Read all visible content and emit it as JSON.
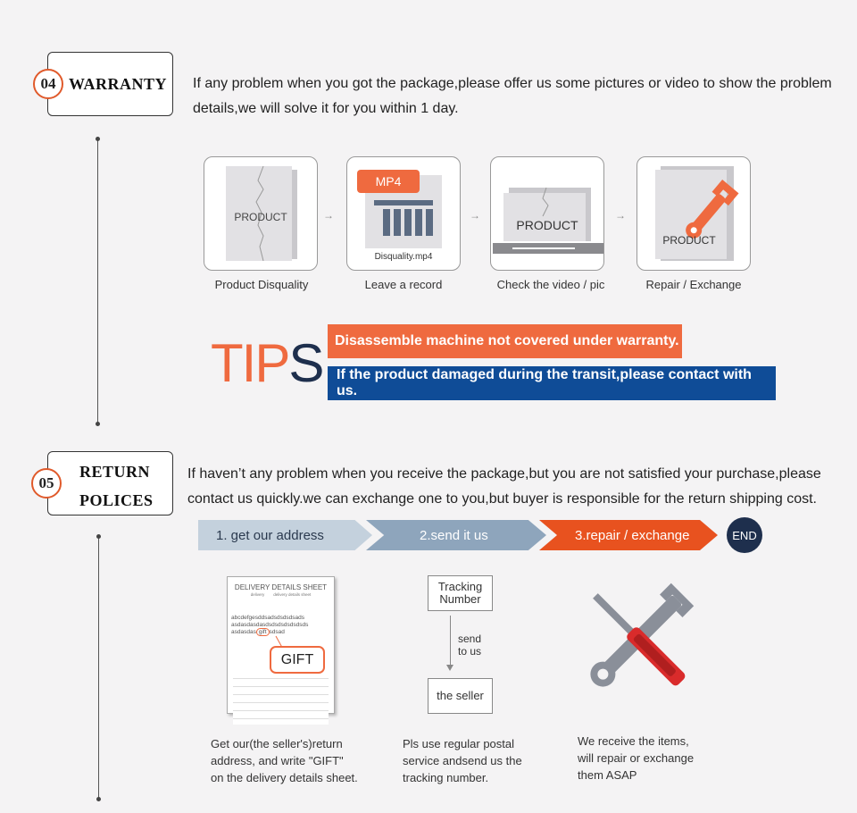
{
  "warranty": {
    "number": "04",
    "title": "WARRANTY",
    "text": "If any problem when you got the package,please offer us some pictures or video to show the problem details,we will solve it for you within 1 day.",
    "steps": [
      {
        "caption": "Product Disquality",
        "card_label": "PRODUCT",
        "icon": "cracked-box-icon"
      },
      {
        "caption": "Leave a record",
        "card_label": "Disquality.mp4",
        "badge": "MP4",
        "icon": "video-file-icon"
      },
      {
        "caption": "Check the video / pic",
        "card_label": "PRODUCT",
        "icon": "video-player-icon"
      },
      {
        "caption": "Repair / Exchange",
        "card_label": "PRODUCT",
        "icon": "wrench-icon"
      }
    ]
  },
  "tips": {
    "heading_part1": "TIP",
    "heading_part2": "S",
    "line1": "Disassemble machine not covered under warranty.",
    "line2": "If the product damaged during the transit,please contact with us.",
    "colors": {
      "orange": "#ef6a3f",
      "blue": "#0f4c97",
      "navy": "#1e2f4d"
    }
  },
  "returns": {
    "number": "05",
    "title_line1": "RETURN",
    "title_line2": "POLICES",
    "text": "If haven’t any problem when you receive the package,but you are not satisfied your purchase,please contact us quickly.we can exchange one to you,but buyer is responsible for the return shipping cost.",
    "flow": [
      "1. get our address",
      "2.send it us",
      "3.repair / exchange"
    ],
    "end_label": "END",
    "sheet": {
      "title": "DELIVERY DETAILS SHEET",
      "sub1": "delivery",
      "sub2": "delivery details sheet",
      "line1": "abcdefgesddsadsdsdsdsads",
      "line2": "asdasdasdasdsdsdsdsdsdsds",
      "line3_prefix": "asdasdas",
      "line3_gift": "gift",
      "line3_suffix": "sdsad",
      "gift_label": "GIFT"
    },
    "tracking": {
      "top": "Tracking Number",
      "middle_line1": "send",
      "middle_line2": "to us",
      "bottom": "the seller"
    },
    "descriptions": [
      [
        "Get our(the seller's)return",
        "address, and write \"GIFT\"",
        "on the delivery details sheet."
      ],
      [
        "Pls use regular postal",
        "service andsend us the",
        "tracking number."
      ],
      [
        "We receive the items,",
        "will repair or exchange",
        "them ASAP"
      ]
    ]
  }
}
